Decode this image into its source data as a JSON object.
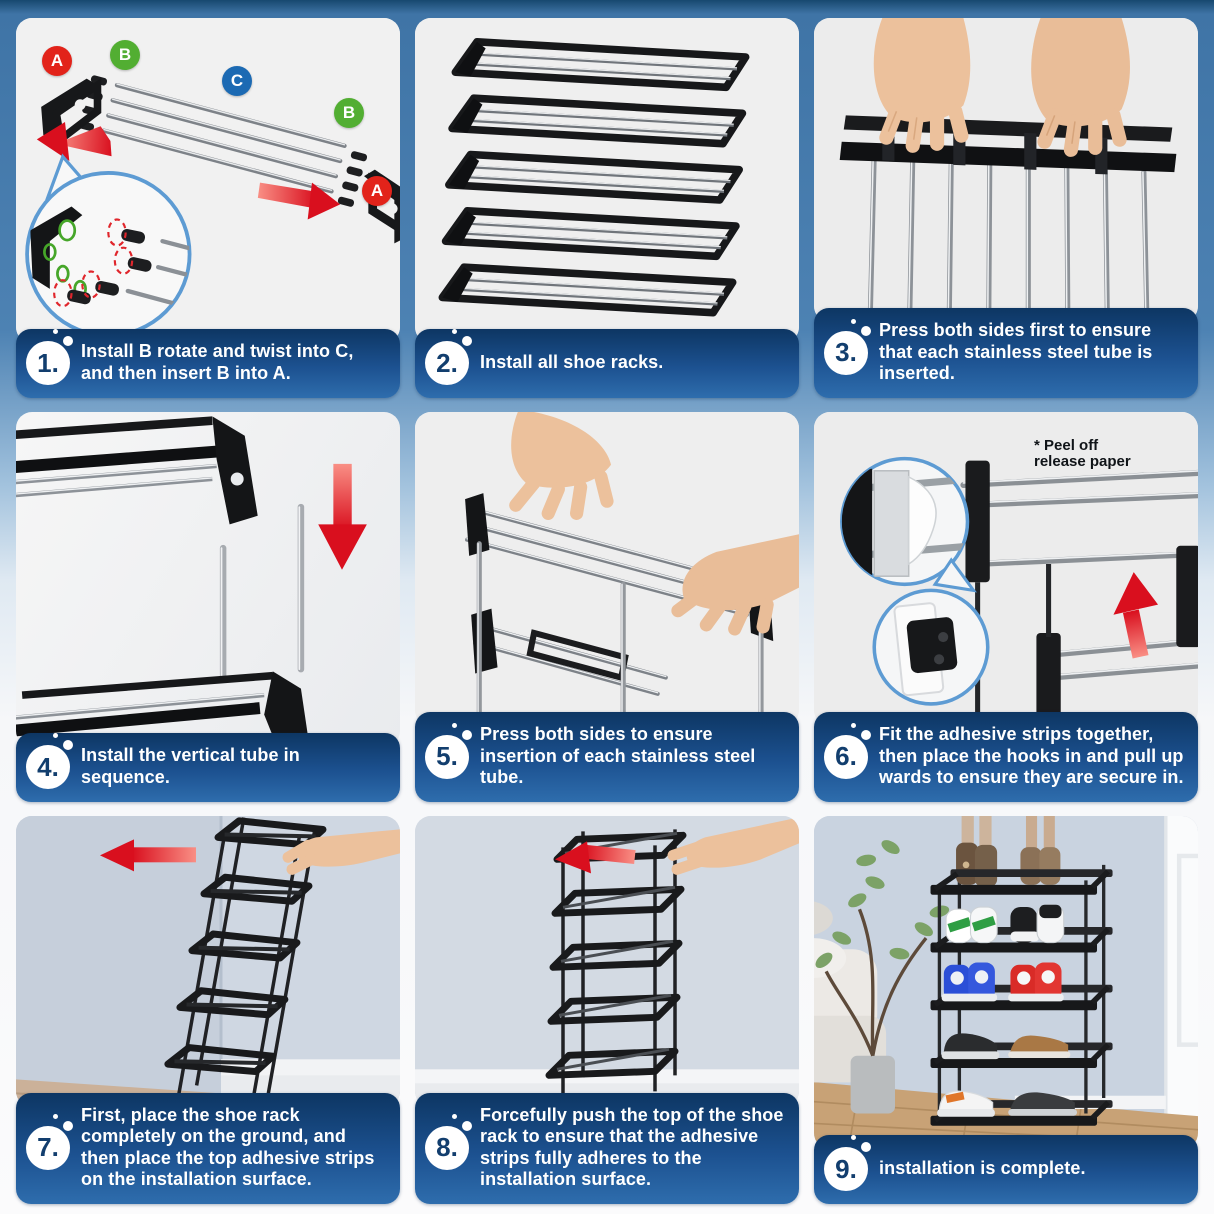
{
  "colors": {
    "accent_red": "#e2231a",
    "label_green": "#52ae32",
    "label_blue": "#1c6ab3",
    "caption_gradient_top": "#0d3663",
    "caption_gradient_bottom": "#2e6dad",
    "badge_number": "#123e6e",
    "page_top": "#4d82b3",
    "page_bottom": "#fbfbfc"
  },
  "parts": {
    "frame": "A",
    "connector": "B",
    "tube": "C"
  },
  "panel6_note": {
    "line1": "* Peel off",
    "line2": "release paper"
  },
  "steps": [
    {
      "num": "1.",
      "caption": "Install B rotate and twist into C, and then insert B into A."
    },
    {
      "num": "2.",
      "caption": "Install all shoe racks."
    },
    {
      "num": "3.",
      "caption": "Press both sides first to ensure that each stainless steel tube is inserted."
    },
    {
      "num": "4.",
      "caption": "Install the vertical tube in sequence."
    },
    {
      "num": "5.",
      "caption": "Press both sides to ensure insertion of each stainless steel tube."
    },
    {
      "num": "6.",
      "caption": "Fit the adhesive strips together, then place the hooks in and pull up wards to ensure they are secure in."
    },
    {
      "num": "7.",
      "caption": "First, place the shoe rack completely on the ground, and then place the top adhesive strips on the installation surface."
    },
    {
      "num": "8.",
      "caption": "Forcefully push the top of the shoe rack to ensure that the adhesive strips fully adheres to the installation surface."
    },
    {
      "num": "9.",
      "caption": "installation is complete."
    }
  ]
}
